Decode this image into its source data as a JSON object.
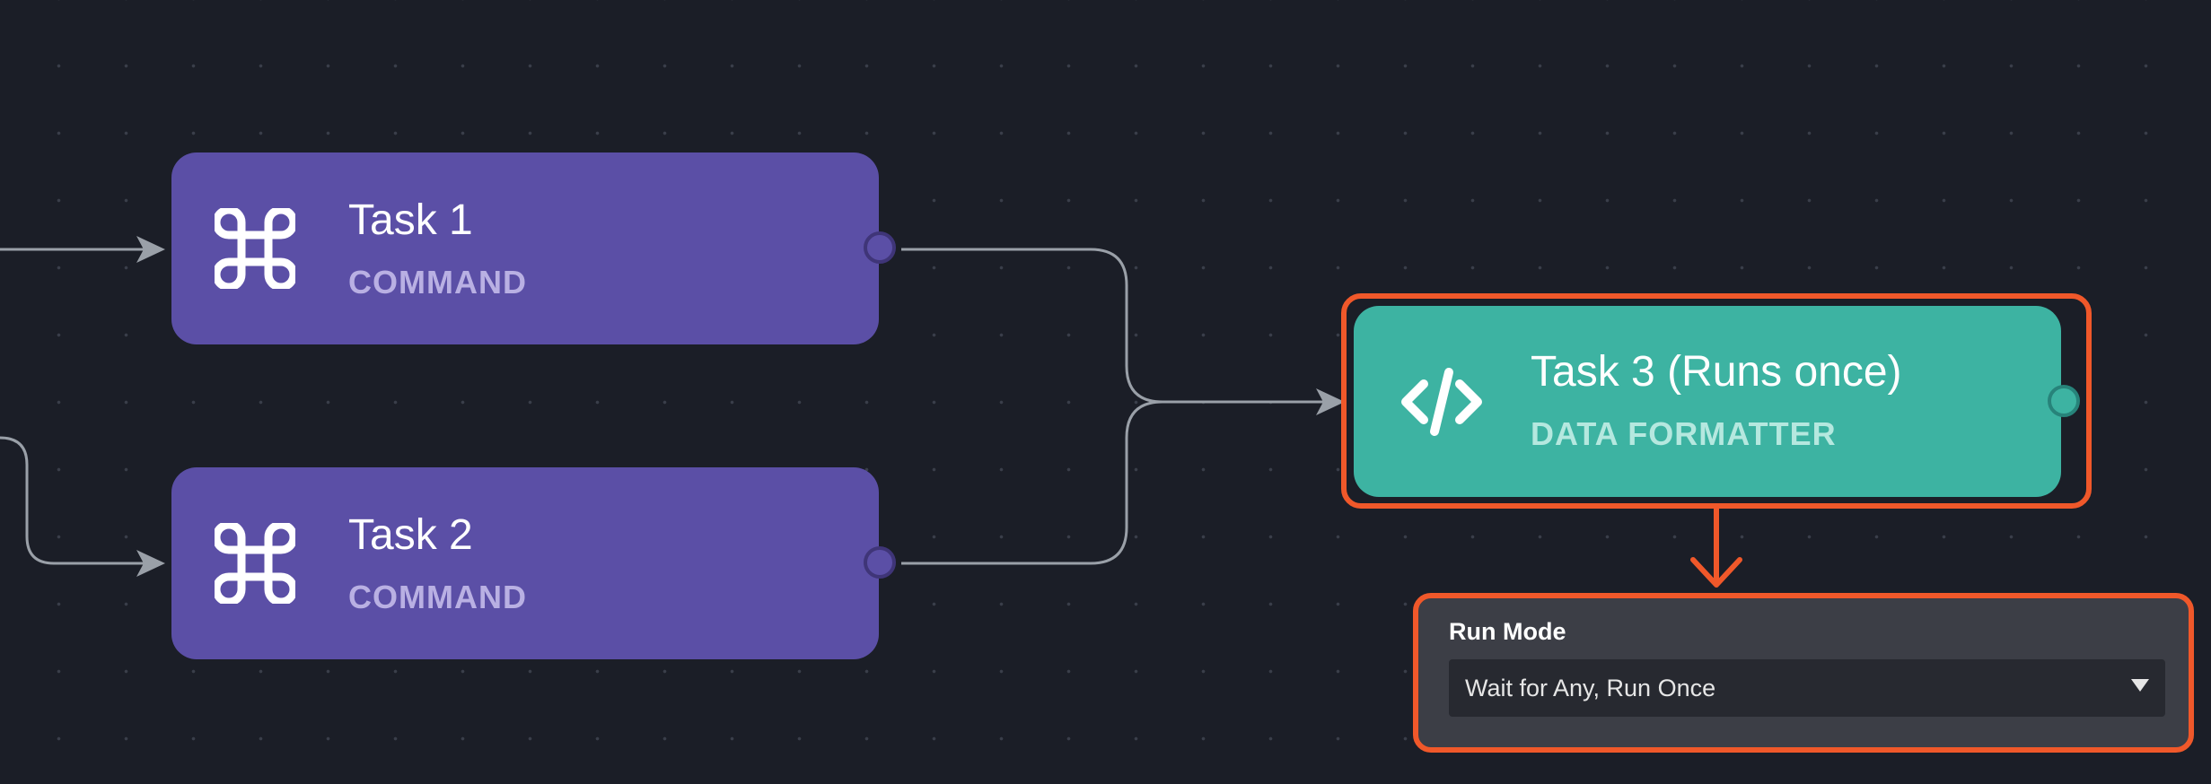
{
  "nodes": [
    {
      "id": "task1",
      "title": "Task 1",
      "type_label": "COMMAND",
      "icon": "command-icon"
    },
    {
      "id": "task2",
      "title": "Task 2",
      "type_label": "COMMAND",
      "icon": "command-icon"
    },
    {
      "id": "task3",
      "title": "Task 3 (Runs once)",
      "type_label": "DATA FORMATTER",
      "icon": "code-icon"
    }
  ],
  "run_mode": {
    "label": "Run Mode",
    "selected": "Wait for Any, Run Once"
  },
  "colors": {
    "background": "#1b1e27",
    "command_node": "#5b4fa6",
    "formatter_node": "#3db3a2",
    "highlight": "#f0582a",
    "edge": "#9aa0a8"
  }
}
